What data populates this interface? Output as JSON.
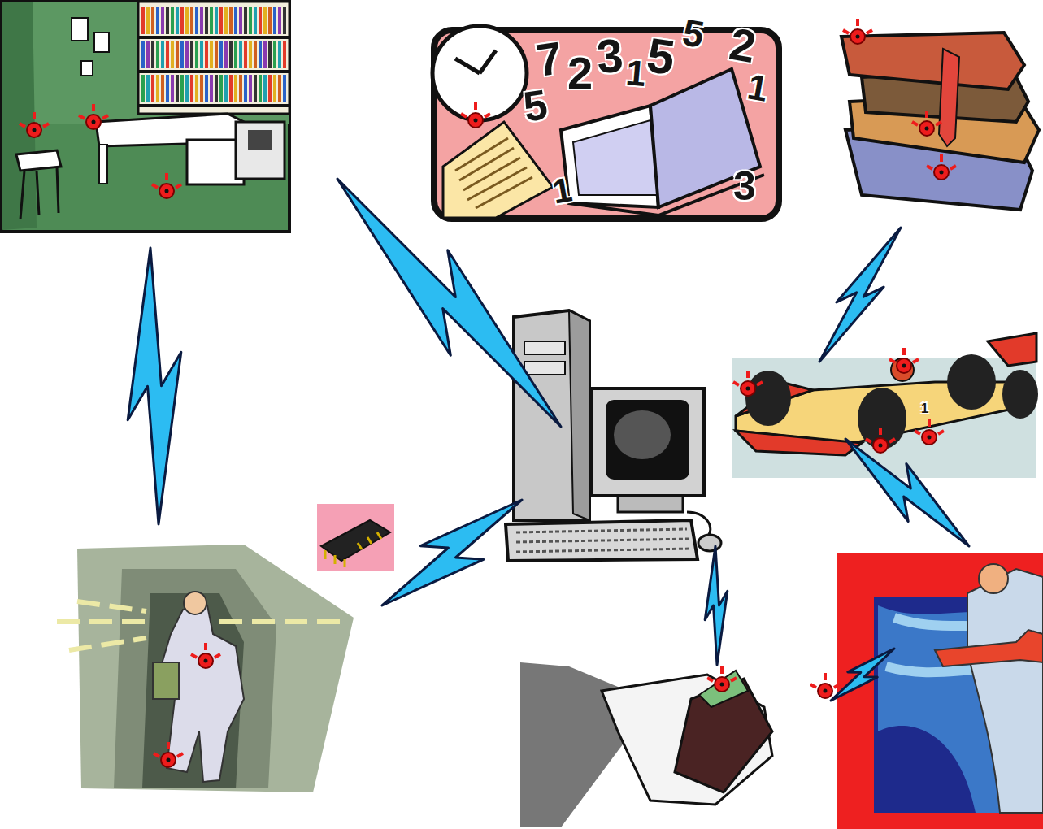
{
  "diagram": {
    "labels": [
      "7",
      "2",
      "3",
      "1",
      "5",
      "5",
      "2",
      "1",
      "5",
      "1",
      "3",
      "1"
    ]
  }
}
